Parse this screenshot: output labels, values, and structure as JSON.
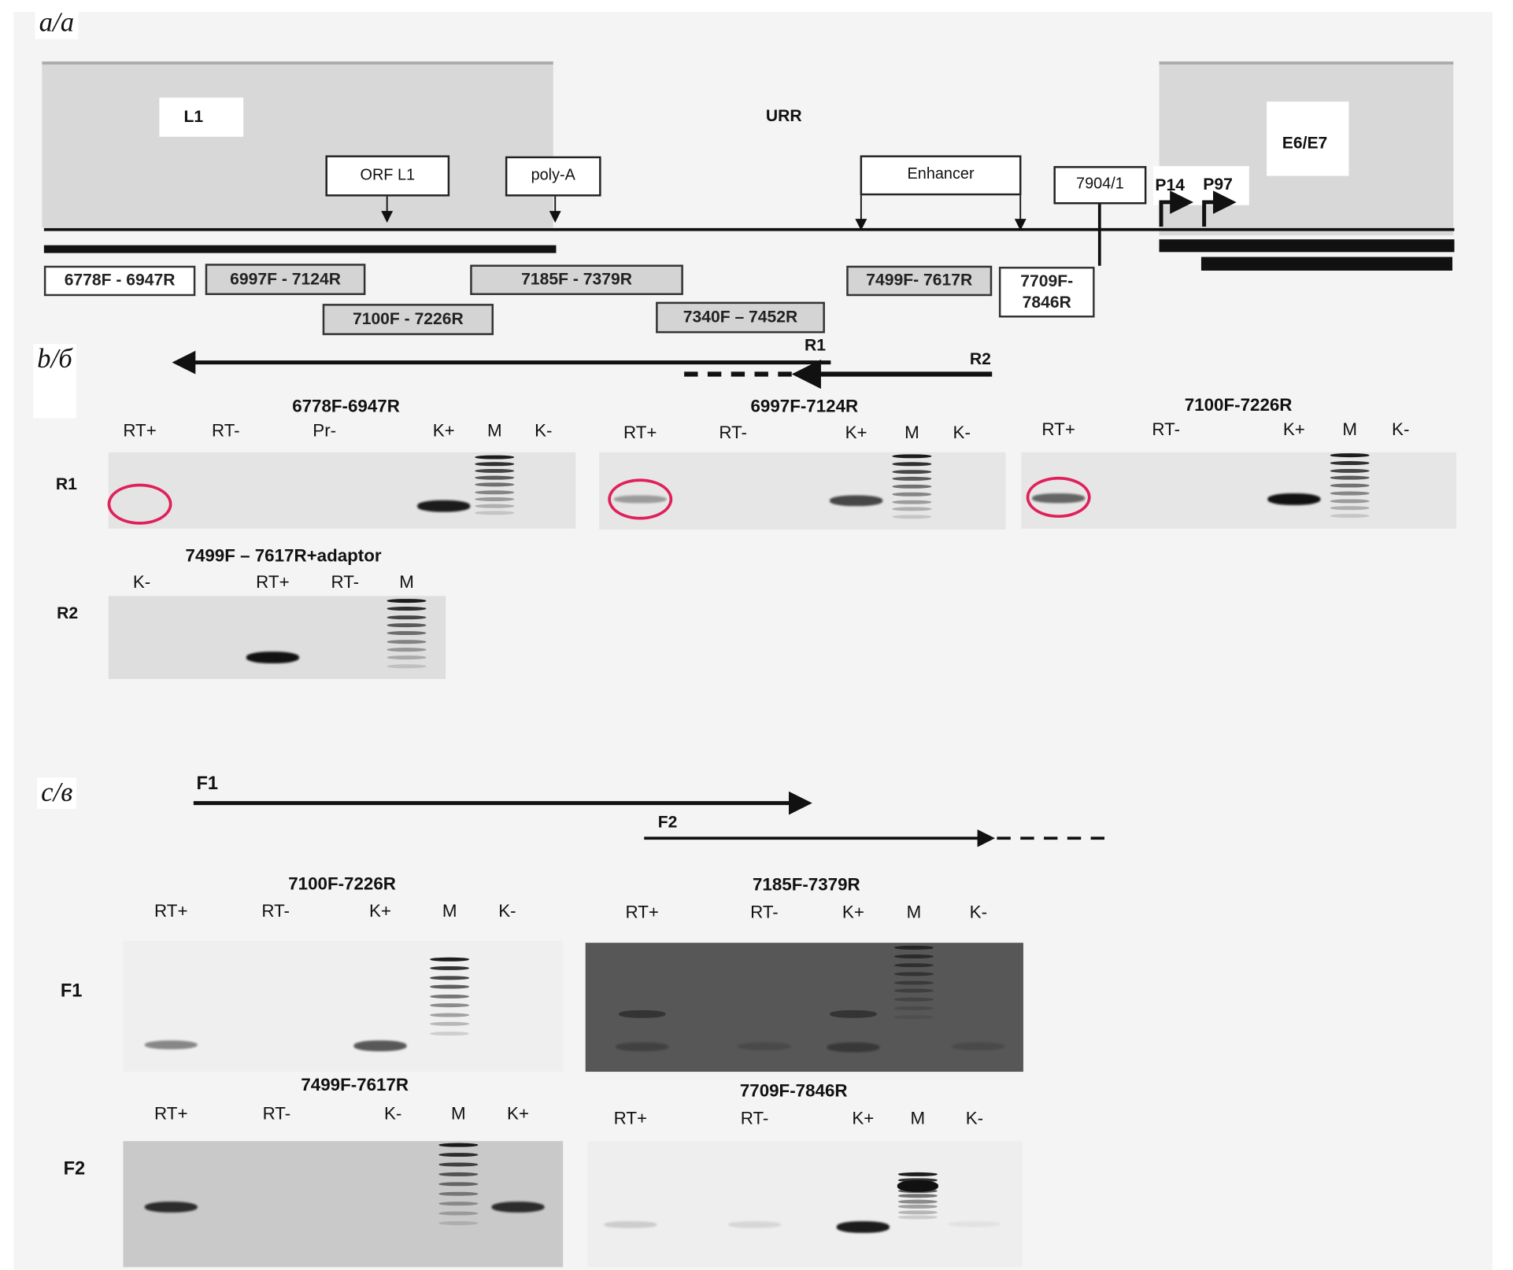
{
  "sections": {
    "a": "a/a",
    "b": "b/б",
    "c": "c/в"
  },
  "map": {
    "regions": {
      "l1": "L1",
      "urr": "URR",
      "e6e7": "E6/E7"
    },
    "features": {
      "orf_l1": "ORF L1",
      "poly_a": "poly-A",
      "enhancer": "Enhancer",
      "site": "7904/1"
    },
    "promoters": [
      "P14",
      "P97"
    ],
    "primers": [
      {
        "label": "6778F - 6947R",
        "fill": "white"
      },
      {
        "label": "6997F - 7124R",
        "fill": "gray"
      },
      {
        "label": "7185F - 7379R",
        "fill": "gray"
      },
      {
        "label": "7100F - 7226R",
        "fill": "gray"
      },
      {
        "label": "7340F – 7452R",
        "fill": "gray"
      },
      {
        "label": "7499F- 7617R",
        "fill": "gray"
      },
      {
        "label": "7709F-\n7846R",
        "fill": "white"
      }
    ]
  },
  "arrows": {
    "r1": "R1",
    "r2": "R2",
    "f1": "F1",
    "f2": "F2"
  },
  "row_labels": {
    "b_r1": "R1",
    "b_r2": "R2",
    "c_f1": "F1",
    "c_f2": "F2"
  },
  "gels": {
    "b1": {
      "title": "6778F-6947R",
      "lanes": [
        {
          "label": "RT+",
          "band": 0,
          "highlight": true
        },
        {
          "label": "RT-",
          "band": 0
        },
        {
          "label": "Pr-",
          "band": 0
        },
        {
          "label": "K+",
          "band": 0.95
        },
        {
          "label": "M",
          "ladder": true
        },
        {
          "label": "K-",
          "band": 0
        }
      ]
    },
    "b2": {
      "title": "6997F-7124R",
      "lanes": [
        {
          "label": "RT+",
          "band": 0.35,
          "highlight": true
        },
        {
          "label": "RT-",
          "band": 0
        },
        {
          "label": "K+",
          "band": 0.75
        },
        {
          "label": "M",
          "ladder": true
        },
        {
          "label": "K-",
          "band": 0
        }
      ]
    },
    "b3": {
      "title": "7100F-7226R",
      "lanes": [
        {
          "label": "RT+",
          "band": 0.6,
          "highlight": true
        },
        {
          "label": "RT-",
          "band": 0
        },
        {
          "label": "K+",
          "band": 1
        },
        {
          "label": "M",
          "ladder": true
        },
        {
          "label": "K-",
          "band": 0
        }
      ]
    },
    "b4": {
      "title": "7499F – 7617R+adaptor",
      "lanes": [
        {
          "label": "K-",
          "band": 0
        },
        {
          "label": "RT+",
          "band": 1
        },
        {
          "label": "RT-",
          "band": 0
        },
        {
          "label": "M",
          "ladder": true
        }
      ]
    },
    "c1": {
      "title": "7100F-7226R",
      "lanes": [
        {
          "label": "RT+",
          "band": 0.55
        },
        {
          "label": "RT-",
          "band": 0
        },
        {
          "label": "K+",
          "band": 0.8
        },
        {
          "label": "M",
          "ladder": true
        },
        {
          "label": "K-",
          "band": 0
        }
      ]
    },
    "c2": {
      "title": "7185F-7379R",
      "lanes": [
        {
          "label": "RT+",
          "band": 0.5
        },
        {
          "label": "RT-",
          "band": 0.3
        },
        {
          "label": "K+",
          "band": 0.7
        },
        {
          "label": "M",
          "ladder": true
        },
        {
          "label": "K-",
          "band": 0.3
        }
      ]
    },
    "c3": {
      "title": "7499F-7617R",
      "lanes": [
        {
          "label": "RT+",
          "band": 0.85
        },
        {
          "label": "RT-",
          "band": 0
        },
        {
          "label": "K-",
          "band": 0
        },
        {
          "label": "M",
          "ladder": true
        },
        {
          "label": "K+",
          "band": 0.85
        }
      ]
    },
    "c4": {
      "title": "7709F-7846R",
      "lanes": [
        {
          "label": "RT+",
          "band": 0.15
        },
        {
          "label": "RT-",
          "band": 0.1
        },
        {
          "label": "K+",
          "band": 0.95
        },
        {
          "label": "M",
          "ladder": true
        },
        {
          "label": "K-",
          "band": 0.05
        }
      ]
    }
  }
}
